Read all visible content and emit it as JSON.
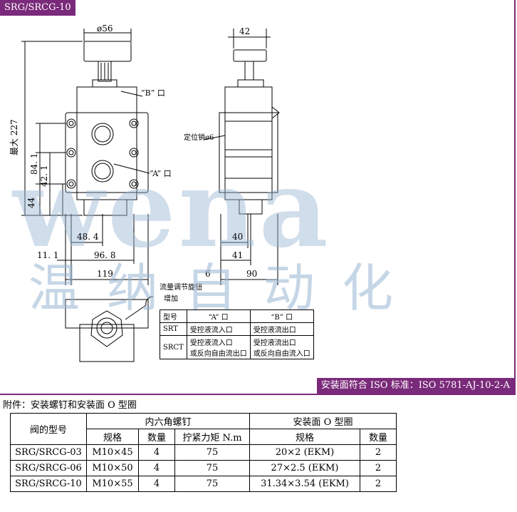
{
  "header": {
    "title": "SRG/SRCG-10"
  },
  "drawing": {
    "dims": {
      "phi56": "ø56",
      "max227": "最大 227",
      "d84_1": "84. 1",
      "d42_1": "42. 1",
      "d44": "44",
      "d48_4": "48. 4",
      "d11_1": "11. 1",
      "d96_8": "96. 8",
      "d119": "119",
      "d6": "6",
      "d42": "42",
      "d40": "40",
      "d41": "41",
      "d90": "90"
    },
    "labels": {
      "port_b": "“B” 口",
      "port_a": "“A” 口",
      "locating_pin": "定位销ø6",
      "flow_knob": "流量调节旋钮",
      "increase": "增加"
    },
    "watermark": {
      "latin": "wena",
      "chinese": "温纳自动化"
    },
    "port_table": {
      "header": [
        "型号",
        "“A” 口",
        "“B” 口"
      ],
      "rows": [
        [
          "SRT",
          "受控液流入口",
          "受控液流出口"
        ],
        [
          "SRCT",
          "受控液流入口\n或反向自由流出口",
          "受控液流出口\n或反向自由流入口"
        ]
      ]
    },
    "iso_note": "安装面符合 ISO 标准：ISO 5781-AJ-10-2-A"
  },
  "accessory": {
    "title": "附件：安装螺钉和安装面 O 型圈"
  },
  "spec_table": {
    "model_header": "阀的型号",
    "screw_group": "内六角螺钉",
    "oring_group": "安装面 O 型圈",
    "sub_headers": [
      "规格",
      "数量",
      "拧紧力矩 N.m",
      "规格",
      "数量"
    ],
    "rows": [
      [
        "SRG/SRCG-03",
        "M10×45",
        "4",
        "75",
        "20×2 (EKM)",
        "2"
      ],
      [
        "SRG/SRCG-06",
        "M10×50",
        "4",
        "75",
        "27×2.5 (EKM)",
        "2"
      ],
      [
        "SRG/SRCG-10",
        "M10×55",
        "4",
        "75",
        "31.34×3.54 (EKM)",
        "2"
      ]
    ]
  }
}
